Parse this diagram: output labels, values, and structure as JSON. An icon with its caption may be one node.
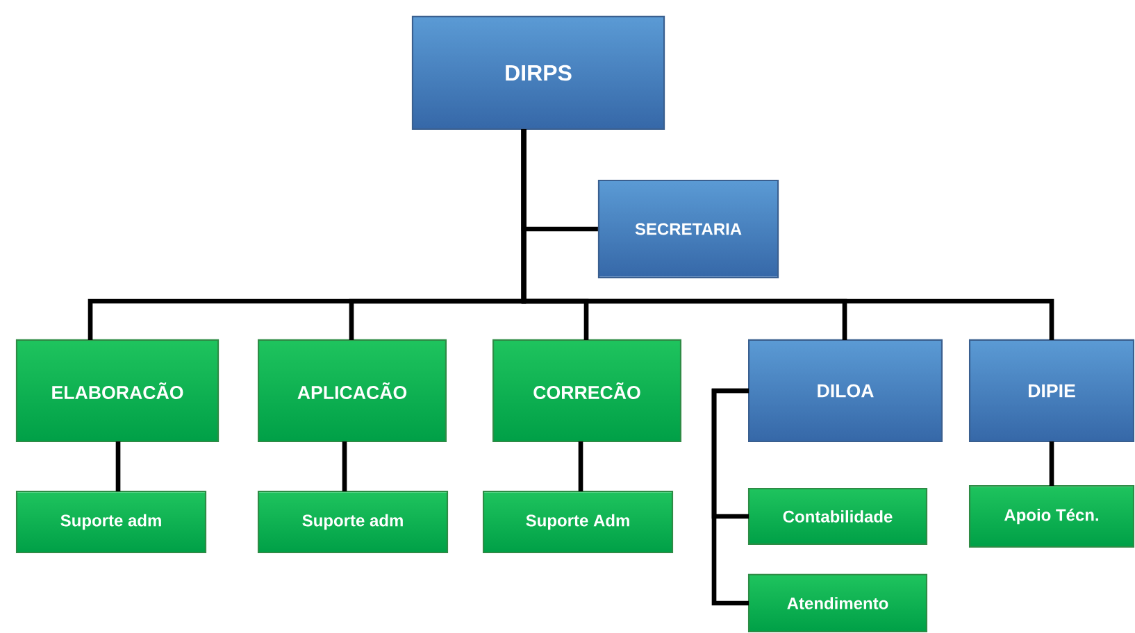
{
  "diagram": {
    "nodes": [
      {
        "text": [
          "DIRPS"
        ]
      },
      {
        "text": [
          "SECRETARIA"
        ]
      },
      {
        "text": [
          "ELABORACÃO"
        ]
      },
      {
        "text": [
          "APLICACÃO"
        ]
      },
      {
        "text": [
          "CORRECÃO"
        ]
      },
      {
        "text": [
          "DILOA"
        ]
      },
      {
        "text": [
          "DIPIE"
        ]
      },
      {
        "text": [
          "Suporte adm"
        ]
      },
      {
        "text": [
          "Suporte adm"
        ]
      },
      {
        "text": [
          "Suporte Adm"
        ]
      },
      {
        "text": [
          "Contabilidade"
        ]
      },
      {
        "text": [
          "Atendimento"
        ]
      },
      {
        "text": [
          "Apoio Técn."
        ]
      }
    ],
    "edges": [
      {
        "from": 0,
        "to": 1,
        "arrow": "none"
      },
      {
        "from": 0,
        "to": 2,
        "arrow": "none"
      },
      {
        "from": 0,
        "to": 3,
        "arrow": "none"
      },
      {
        "from": 0,
        "to": 4,
        "arrow": "none"
      },
      {
        "from": 0,
        "to": 5,
        "arrow": "none"
      },
      {
        "from": 0,
        "to": 6,
        "arrow": "none"
      },
      {
        "from": 2,
        "to": 7,
        "arrow": "none"
      },
      {
        "from": 3,
        "to": 8,
        "arrow": "none"
      },
      {
        "from": 4,
        "to": 9,
        "arrow": "none"
      },
      {
        "from": 5,
        "to": 10,
        "arrow": "none"
      },
      {
        "from": 5,
        "to": 11,
        "arrow": "none"
      },
      {
        "from": 6,
        "to": 12,
        "arrow": "none"
      }
    ]
  }
}
